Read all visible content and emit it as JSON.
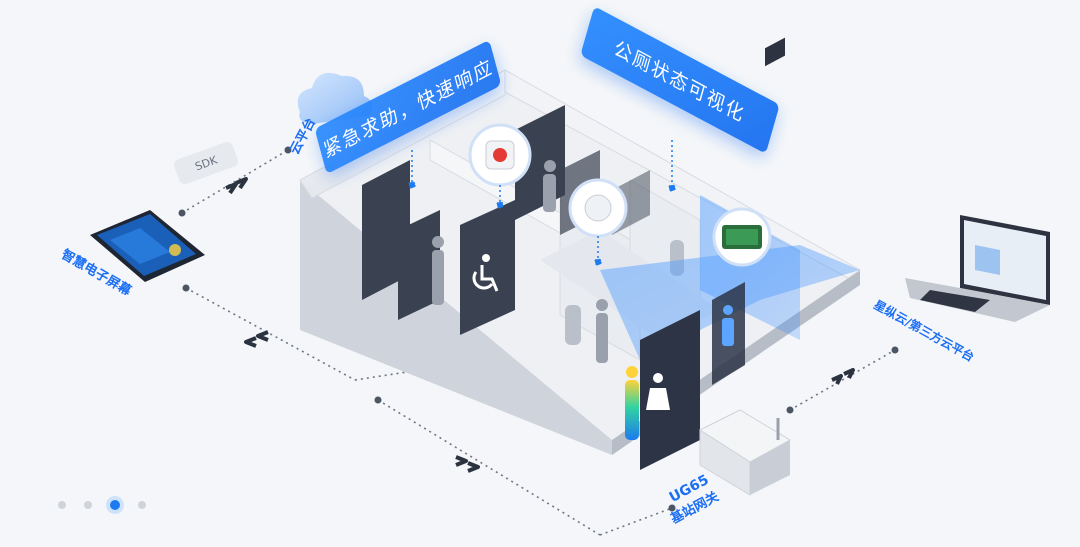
{
  "banners": {
    "emergency": "紧急求助，快速响应",
    "status": "公厕状态可视化"
  },
  "labels": {
    "smart_screen": "智慧电子屏幕",
    "cloud": "云平台",
    "third_party": "星纵云/第三方云平台",
    "gateway_model": "UG65",
    "gateway_name": "基站网关",
    "sdk": "SDK"
  },
  "carousel": {
    "count": 4,
    "active_index": 2
  },
  "colors": {
    "accent": "#1d7bf2",
    "banner": "#2a8bff",
    "background": "#f4f6f9"
  }
}
